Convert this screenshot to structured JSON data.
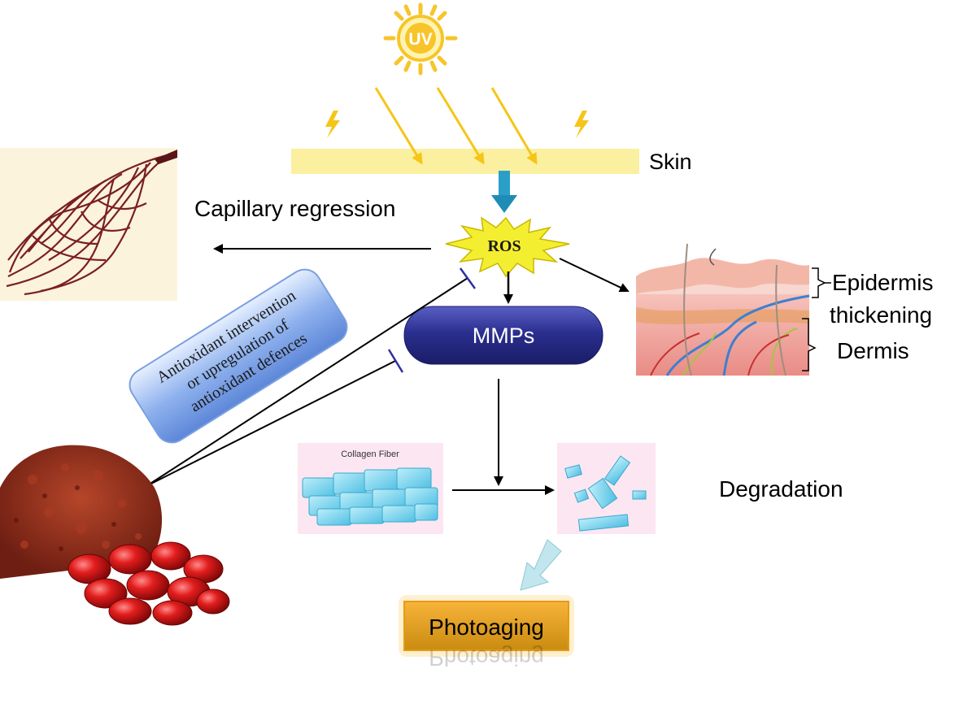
{
  "sun": {
    "label": "UV",
    "color": "#f7c52a"
  },
  "skin": {
    "label": "Skin",
    "bar_color": "#fbf0a0"
  },
  "ros": {
    "label": "ROS",
    "color": "#f4ee30"
  },
  "capillary": {
    "label": "Capillary regression"
  },
  "mmps": {
    "label": "MMPs",
    "color": "#2b2f8f"
  },
  "skin_layers": {
    "epidermis": "Epidermis",
    "thickening": "thickening",
    "dermis": "Dermis"
  },
  "antioxidant": {
    "line1": "Antioxidant intervention",
    "line2": "or upregulation of",
    "line3": "antioxidant defences"
  },
  "collagen": {
    "label": "Collagen Fiber"
  },
  "degradation": {
    "label": "Degradation"
  },
  "photoaging": {
    "label": "Photoaging",
    "color": "#f2a21a"
  },
  "colors": {
    "ray": "#f5c518",
    "down_arrow": "#2aa0c8",
    "fiber": "#7fd3ec",
    "panel_bg": "#fbe6f2",
    "inhibit": "#3030a0",
    "powder": "#8e2a1a",
    "capsule": "#d81c1c"
  }
}
